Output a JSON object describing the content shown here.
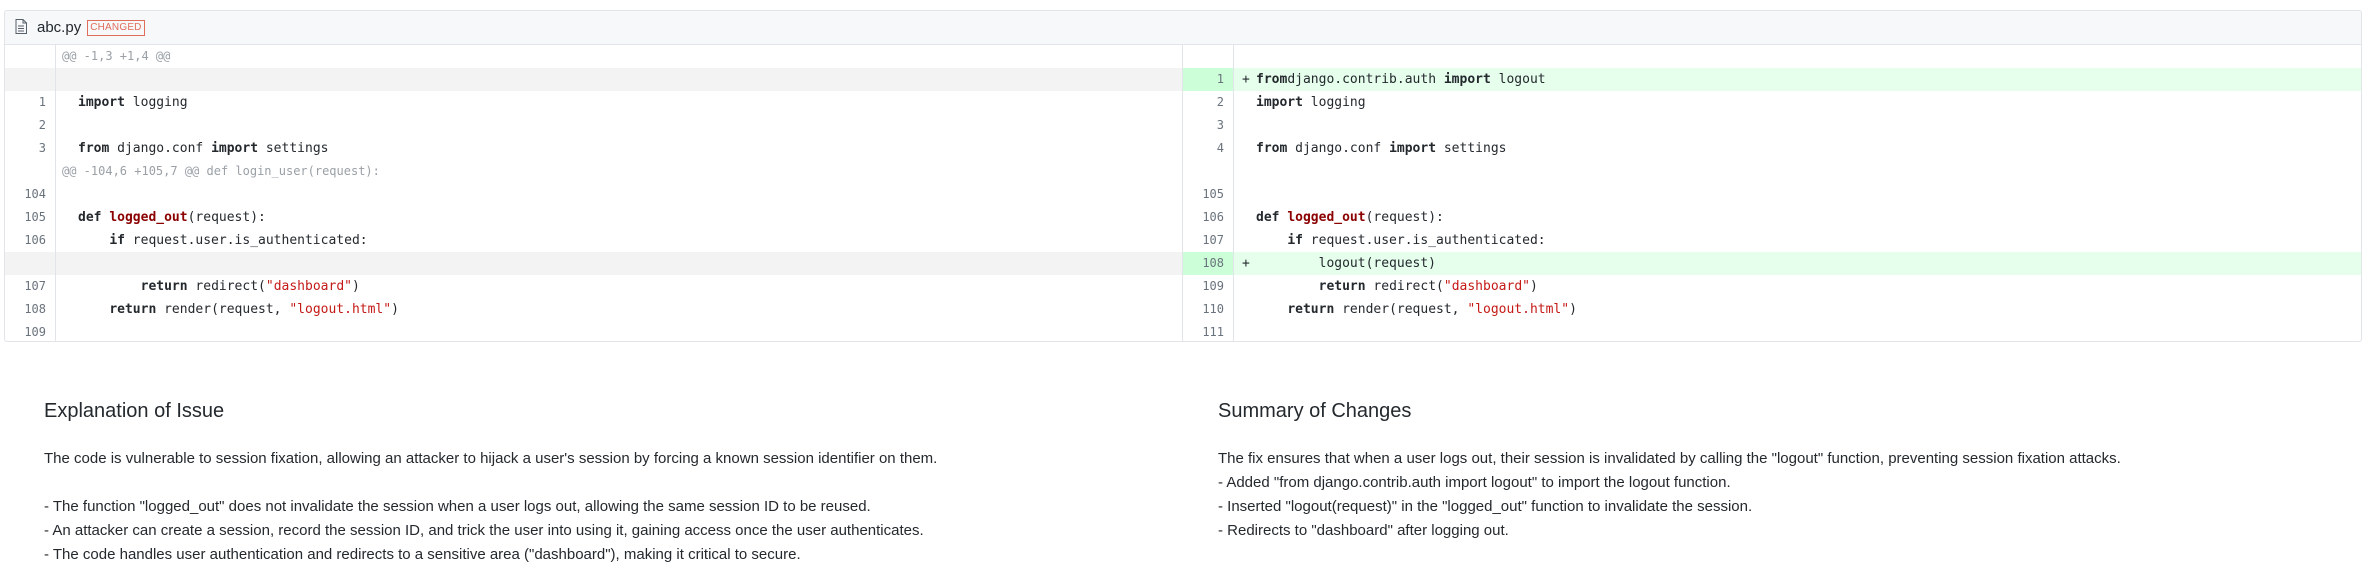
{
  "file": {
    "name": "abc.py",
    "badge": "CHANGED",
    "icon": "file-icon"
  },
  "diff": {
    "hunk1": "@@ -1,3 +1,4 @@",
    "hunk2": "@@ -104,6 +105,7 @@ def login_user(request):",
    "rows": [
      {
        "left": null,
        "right": {
          "num": "1",
          "marker": "+",
          "tokens": [
            [
              "kw",
              "from"
            ],
            [
              "",
              "django.contrib.auth "
            ],
            [
              "kw",
              "import"
            ],
            [
              "",
              " logout"
            ]
          ]
        }
      },
      {
        "left": {
          "num": "1",
          "tokens": [
            [
              "kw",
              "import"
            ],
            [
              "",
              " logging"
            ]
          ]
        },
        "right": {
          "num": "2",
          "tokens": [
            [
              "kw",
              "import"
            ],
            [
              "",
              " logging"
            ]
          ]
        }
      },
      {
        "left": {
          "num": "2",
          "tokens": []
        },
        "right": {
          "num": "3",
          "tokens": []
        }
      },
      {
        "left": {
          "num": "3",
          "tokens": [
            [
              "kw",
              "from"
            ],
            [
              "",
              " django.conf "
            ],
            [
              "kw",
              "import"
            ],
            [
              "",
              " settings"
            ]
          ]
        },
        "right": {
          "num": "4",
          "tokens": [
            [
              "kw",
              "from"
            ],
            [
              "",
              " django.conf "
            ],
            [
              "kw",
              "import"
            ],
            [
              "",
              " settings"
            ]
          ]
        }
      }
    ],
    "rows2": [
      {
        "left": {
          "num": "104",
          "tokens": []
        },
        "right": {
          "num": "105",
          "tokens": []
        }
      },
      {
        "left": {
          "num": "105",
          "tokens": [
            [
              "kw",
              "def "
            ],
            [
              "fn",
              "logged_out"
            ],
            [
              "",
              "(request):"
            ]
          ]
        },
        "right": {
          "num": "106",
          "tokens": [
            [
              "kw",
              "def "
            ],
            [
              "fn",
              "logged_out"
            ],
            [
              "",
              "(request):"
            ]
          ]
        }
      },
      {
        "left": {
          "num": "106",
          "tokens": [
            [
              "",
              "    "
            ],
            [
              "kw",
              "if"
            ],
            [
              "",
              " request.user.is_authenticated:"
            ]
          ]
        },
        "right": {
          "num": "107",
          "tokens": [
            [
              "",
              "    "
            ],
            [
              "kw",
              "if"
            ],
            [
              "",
              " request.user.is_authenticated:"
            ]
          ]
        }
      },
      {
        "left": null,
        "right": {
          "num": "108",
          "marker": "+",
          "tokens": [
            [
              "",
              "        logout(request)"
            ]
          ]
        }
      },
      {
        "left": {
          "num": "107",
          "tokens": [
            [
              "",
              "        "
            ],
            [
              "kw",
              "return"
            ],
            [
              "",
              " redirect("
            ],
            [
              "str",
              "\"dashboard\""
            ],
            [
              "",
              ")"
            ]
          ]
        },
        "right": {
          "num": "109",
          "tokens": [
            [
              "",
              "        "
            ],
            [
              "kw",
              "return"
            ],
            [
              "",
              " redirect("
            ],
            [
              "str",
              "\"dashboard\""
            ],
            [
              "",
              ")"
            ]
          ]
        }
      },
      {
        "left": {
          "num": "108",
          "tokens": [
            [
              "",
              "    "
            ],
            [
              "kw",
              "return"
            ],
            [
              "",
              " render(request, "
            ],
            [
              "str",
              "\"logout.html\""
            ],
            [
              "",
              ")"
            ]
          ]
        },
        "right": {
          "num": "110",
          "tokens": [
            [
              "",
              "    "
            ],
            [
              "kw",
              "return"
            ],
            [
              "",
              " render(request, "
            ],
            [
              "str",
              "\"logout.html\""
            ],
            [
              "",
              ")"
            ]
          ]
        }
      },
      {
        "left": {
          "num": "109",
          "tokens": []
        },
        "right": {
          "num": "111",
          "tokens": []
        }
      }
    ]
  },
  "explanation": {
    "title": "Explanation of Issue",
    "intro": "The code is vulnerable to session fixation, allowing an attacker to hijack a user's session by forcing a known session identifier on them.",
    "points": [
      "- The function \"logged_out\" does not invalidate the session when a user logs out, allowing the same session ID to be reused.",
      "- An attacker can create a session, record the session ID, and trick the user into using it, gaining access once the user authenticates.",
      "- The code handles user authentication and redirects to a sensitive area (\"dashboard\"), making it critical to secure."
    ]
  },
  "summary": {
    "title": "Summary of Changes",
    "intro": "The fix ensures that when a user logs out, their session is invalidated by calling the \"logout\" function, preventing session fixation attacks.",
    "points": [
      "- Added \"from django.contrib.auth import logout\" to import the logout function.",
      "- Inserted \"logout(request)\" in the \"logged_out\" function to invalidate the session.",
      "- Redirects to \"dashboard\" after logging out."
    ]
  }
}
